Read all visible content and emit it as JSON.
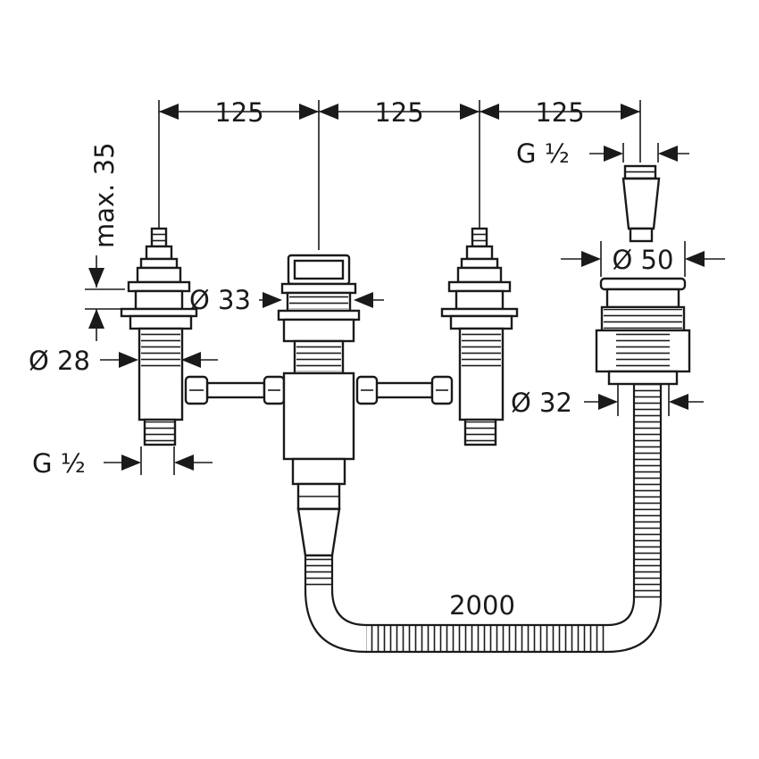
{
  "dimensions": {
    "spacing_1": "125",
    "spacing_2": "125",
    "spacing_3": "125",
    "max_height": "max. 35",
    "diameter_33": "Ø 33",
    "diameter_28": "Ø 28",
    "thread_left": "G ½",
    "thread_right": "G ½",
    "diameter_50": "Ø 50",
    "diameter_32": "Ø 32",
    "hose_length": "2000"
  },
  "colors": {
    "line": "#1a1a1a",
    "background": "#ffffff"
  }
}
